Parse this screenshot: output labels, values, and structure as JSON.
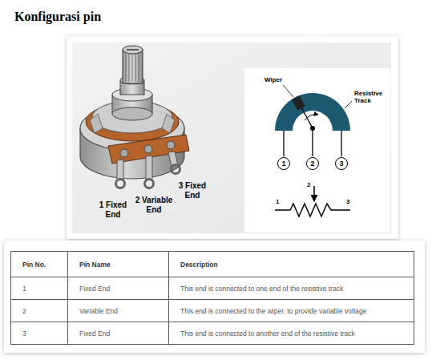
{
  "diagram": {
    "title": "Konfigurasi pin",
    "nodes": [
      {
        "text": [
          "1"
        ]
      },
      {
        "text": [
          "2"
        ]
      },
      {
        "text": [
          "3"
        ]
      }
    ],
    "labels": [
      "1 Fixed End",
      "2 Variable End",
      "3 Fixed End",
      "Wiper",
      "Resistive Track",
      "1",
      "2",
      "3",
      "Pin No.",
      "Pin Name",
      "Description",
      "1",
      "Fixed End",
      "This end is connected to one end of the resistive track",
      "2",
      "Variable End",
      "This end is connected to the wiper, to provide variable voltage",
      "3",
      "Fixed End",
      "This end is connected to another end of the resistive track"
    ]
  }
}
